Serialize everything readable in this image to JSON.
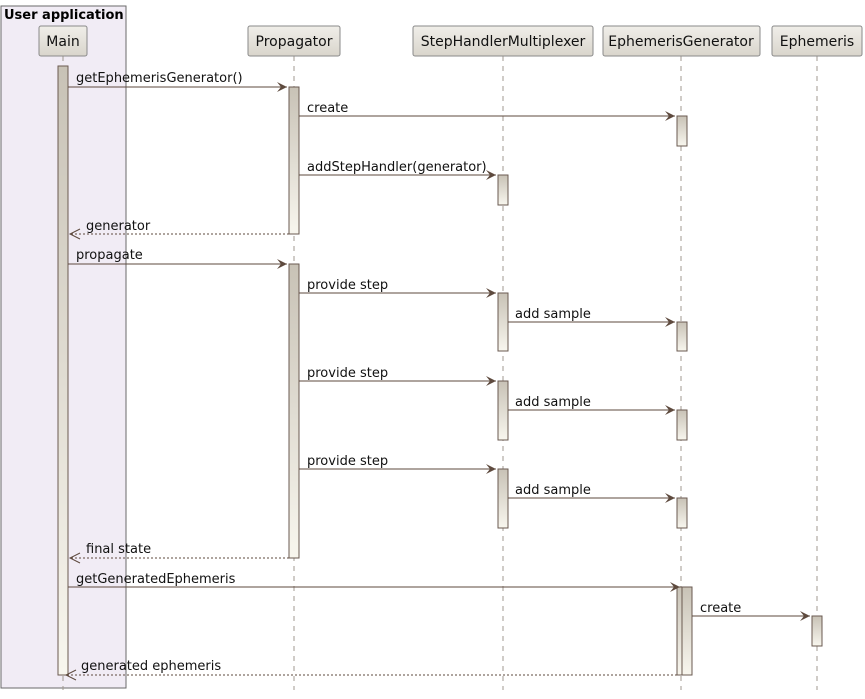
{
  "diagram": {
    "box_title": "User application",
    "participants": [
      {
        "id": "main",
        "label": "Main"
      },
      {
        "id": "propagator",
        "label": "Propagator"
      },
      {
        "id": "mux",
        "label": "StepHandlerMultiplexer"
      },
      {
        "id": "gen",
        "label": "EphemerisGenerator"
      },
      {
        "id": "eph",
        "label": "Ephemeris"
      }
    ],
    "messages": [
      {
        "label": "getEphemerisGenerator()",
        "from": "main",
        "to": "propagator",
        "kind": "call"
      },
      {
        "label": "create",
        "from": "propagator",
        "to": "gen",
        "kind": "call"
      },
      {
        "label": "addStepHandler(generator)",
        "from": "propagator",
        "to": "mux",
        "kind": "call"
      },
      {
        "label": "generator",
        "from": "propagator",
        "to": "main",
        "kind": "return"
      },
      {
        "label": "propagate",
        "from": "main",
        "to": "propagator",
        "kind": "call"
      },
      {
        "label": "provide step",
        "from": "propagator",
        "to": "mux",
        "kind": "call"
      },
      {
        "label": "add sample",
        "from": "mux",
        "to": "gen",
        "kind": "call"
      },
      {
        "label": "provide step",
        "from": "propagator",
        "to": "mux",
        "kind": "call"
      },
      {
        "label": "add sample",
        "from": "mux",
        "to": "gen",
        "kind": "call"
      },
      {
        "label": "provide step",
        "from": "propagator",
        "to": "mux",
        "kind": "call"
      },
      {
        "label": "add sample",
        "from": "mux",
        "to": "gen",
        "kind": "call"
      },
      {
        "label": "final state",
        "from": "propagator",
        "to": "main",
        "kind": "return"
      },
      {
        "label": "getGeneratedEphemeris",
        "from": "main",
        "to": "gen",
        "kind": "call"
      },
      {
        "label": "create",
        "from": "gen",
        "to": "eph",
        "kind": "call"
      },
      {
        "label": "generated ephemeris",
        "from": "gen",
        "to": "main",
        "kind": "return"
      }
    ],
    "colors": {
      "box_fill": "#f1ecf5",
      "participant_fill": "#e8e5df",
      "arrow": "#5e4a3e",
      "lifeline": "#a09890"
    }
  }
}
